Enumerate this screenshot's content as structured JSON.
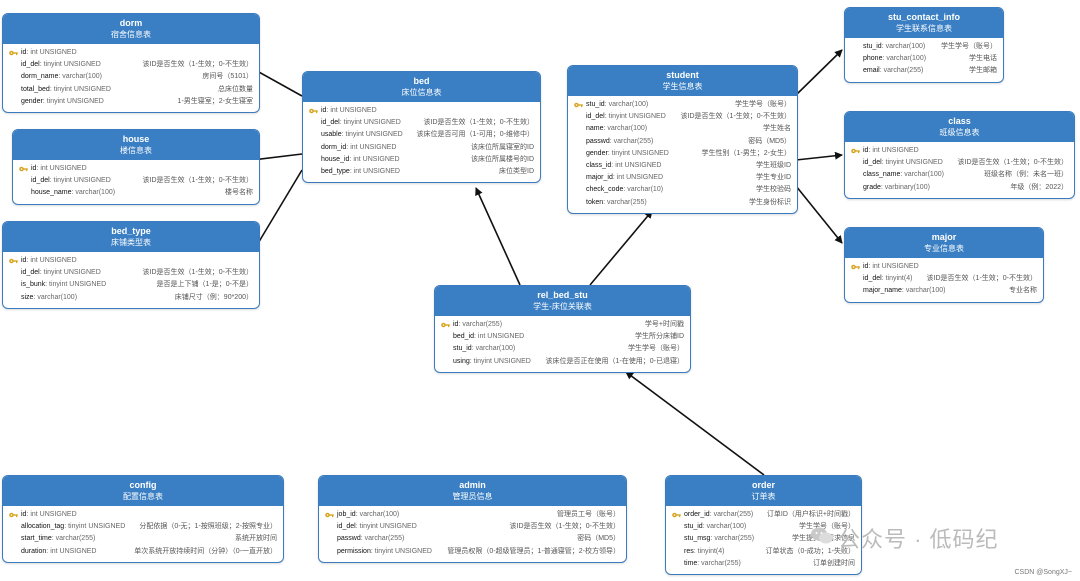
{
  "tables": [
    {
      "id": "dorm",
      "name": "dorm",
      "cn": "宿舍信息表",
      "fields": [
        {
          "key": true,
          "name": "id",
          "type": "int UNSIGNED",
          "comment": ""
        },
        {
          "key": false,
          "name": "id_del",
          "type": "tinyint UNSIGNED",
          "comment": "该ID是否生效（1-生效；0-不生效）"
        },
        {
          "key": false,
          "name": "dorm_name",
          "type": "varchar(100)",
          "comment": "房间号（5101）"
        },
        {
          "key": false,
          "name": "total_bed",
          "type": "tinyint UNSIGNED",
          "comment": "总床位数量"
        },
        {
          "key": false,
          "name": "gender",
          "type": "tinyint UNSIGNED",
          "comment": "1-男生寝室；2-女生寝室"
        }
      ]
    },
    {
      "id": "house",
      "name": "house",
      "cn": "楼信息表",
      "fields": [
        {
          "key": true,
          "name": "id",
          "type": "int UNSIGNED",
          "comment": ""
        },
        {
          "key": false,
          "name": "id_del",
          "type": "tinyint UNSIGNED",
          "comment": "该ID是否生效（1-生效；0-不生效）"
        },
        {
          "key": false,
          "name": "house_name",
          "type": "varchar(100)",
          "comment": "楼号名称"
        }
      ]
    },
    {
      "id": "bed_type",
      "name": "bed_type",
      "cn": "床铺类型表",
      "fields": [
        {
          "key": true,
          "name": "id",
          "type": "int UNSIGNED",
          "comment": ""
        },
        {
          "key": false,
          "name": "id_del",
          "type": "tinyint UNSIGNED",
          "comment": "该ID是否生效（1-生效；0-不生效）"
        },
        {
          "key": false,
          "name": "is_bunk",
          "type": "tinyint UNSIGNED",
          "comment": "是否是上下铺（1-是；0-不是）"
        },
        {
          "key": false,
          "name": "size",
          "type": "varchar(100)",
          "comment": "床铺尺寸（例：90*200）"
        }
      ]
    },
    {
      "id": "bed",
      "name": "bed",
      "cn": "床位信息表",
      "fields": [
        {
          "key": true,
          "name": "id",
          "type": "int UNSIGNED",
          "comment": ""
        },
        {
          "key": false,
          "name": "id_del",
          "type": "tinyint UNSIGNED",
          "comment": "该ID是否生效（1-生效；0-不生效）"
        },
        {
          "key": false,
          "name": "usable",
          "type": "tinyint UNSIGNED",
          "comment": "该床位是否可用（1-可用；0-维修中）"
        },
        {
          "key": false,
          "name": "dorm_id",
          "type": "int UNSIGNED",
          "comment": "该床位所属寝室的ID"
        },
        {
          "key": false,
          "name": "house_id",
          "type": "int UNSIGNED",
          "comment": "该床位所属楼号的ID"
        },
        {
          "key": false,
          "name": "bed_type",
          "type": "int UNSIGNED",
          "comment": "床位类型ID"
        }
      ]
    },
    {
      "id": "student",
      "name": "student",
      "cn": "学生信息表",
      "fields": [
        {
          "key": true,
          "name": "stu_id",
          "type": "varchar(100)",
          "comment": "学生学号（账号）"
        },
        {
          "key": false,
          "name": "id_del",
          "type": "tinyint UNSIGNED",
          "comment": "该ID是否生效（1-生效；0-不生效）"
        },
        {
          "key": false,
          "name": "name",
          "type": "varchar(100)",
          "comment": "学生姓名"
        },
        {
          "key": false,
          "name": "passwd",
          "type": "varchar(255)",
          "comment": "密码（MD5）"
        },
        {
          "key": false,
          "name": "gender",
          "type": "tinyint UNSIGNED",
          "comment": "学生性别（1-男生；2-女生）"
        },
        {
          "key": false,
          "name": "class_id",
          "type": "int UNSIGNED",
          "comment": "学生班级ID"
        },
        {
          "key": false,
          "name": "major_id",
          "type": "int UNSIGNED",
          "comment": "学生专业ID"
        },
        {
          "key": false,
          "name": "check_code",
          "type": "varchar(10)",
          "comment": "学生校验码"
        },
        {
          "key": false,
          "name": "token",
          "type": "varchar(255)",
          "comment": "学生身份标识"
        }
      ]
    },
    {
      "id": "stu_contact_info",
      "name": "stu_contact_info",
      "cn": "学生联系信息表",
      "fields": [
        {
          "key": false,
          "name": "stu_id",
          "type": "varchar(100)",
          "comment": "学生学号（账号）"
        },
        {
          "key": false,
          "name": "phone",
          "type": "varchar(100)",
          "comment": "学生电话"
        },
        {
          "key": false,
          "name": "email",
          "type": "varchar(255)",
          "comment": "学生邮箱"
        }
      ]
    },
    {
      "id": "class",
      "name": "class",
      "cn": "班级信息表",
      "fields": [
        {
          "key": true,
          "name": "id",
          "type": "int UNSIGNED",
          "comment": ""
        },
        {
          "key": false,
          "name": "id_del",
          "type": "tinyint UNSIGNED",
          "comment": "该ID是否生效（1-生效；0-不生效）"
        },
        {
          "key": false,
          "name": "class_name",
          "type": "varchar(100)",
          "comment": "班级名称（例：未名一班）"
        },
        {
          "key": false,
          "name": "grade",
          "type": "varbinary(100)",
          "comment": "年级（例：2022）"
        }
      ]
    },
    {
      "id": "major",
      "name": "major",
      "cn": "专业信息表",
      "fields": [
        {
          "key": true,
          "name": "id",
          "type": "int UNSIGNED",
          "comment": ""
        },
        {
          "key": false,
          "name": "id_del",
          "type": "tinyint(4)",
          "comment": "该ID是否生效（1-生效；0-不生效）"
        },
        {
          "key": false,
          "name": "major_name",
          "type": "varchar(100)",
          "comment": "专业名称"
        }
      ]
    },
    {
      "id": "rel_bed_stu",
      "name": "rel_bed_stu",
      "cn": "学生-床位关联表",
      "fields": [
        {
          "key": true,
          "name": "id",
          "type": "varchar(255)",
          "comment": "学号+时间戳"
        },
        {
          "key": false,
          "name": "bed_id",
          "type": "int UNSIGNED",
          "comment": "学生所分床铺ID"
        },
        {
          "key": false,
          "name": "stu_id",
          "type": "varchar(100)",
          "comment": "学生学号（账号）"
        },
        {
          "key": false,
          "name": "using",
          "type": "tinyint UNSIGNED",
          "comment": "该床位是否正在使用（1-在使用；0-已退寝）"
        }
      ]
    },
    {
      "id": "config",
      "name": "config",
      "cn": "配置信息表",
      "fields": [
        {
          "key": true,
          "name": "id",
          "type": "int UNSIGNED",
          "comment": ""
        },
        {
          "key": false,
          "name": "allocation_tag",
          "type": "tinyint UNSIGNED",
          "comment": "分配依据（0-无；1-按照班级；2-按照专业）"
        },
        {
          "key": false,
          "name": "start_time",
          "type": "varchar(255)",
          "comment": "系统开放时间"
        },
        {
          "key": false,
          "name": "duration",
          "type": "int UNSIGNED",
          "comment": "单次系统开放持续时间（分钟）（0-一直开放）"
        }
      ]
    },
    {
      "id": "admin",
      "name": "admin",
      "cn": "管理员信息",
      "fields": [
        {
          "key": true,
          "name": "job_id",
          "type": "varchar(100)",
          "comment": "管理员工号（账号）"
        },
        {
          "key": false,
          "name": "id_del",
          "type": "tinyint UNSIGNED",
          "comment": "该ID是否生效（1-生效；0-不生效）"
        },
        {
          "key": false,
          "name": "passwd",
          "type": "varchar(255)",
          "comment": "密码（MD5）"
        },
        {
          "key": false,
          "name": "permission",
          "type": "tinyint UNSIGNED",
          "comment": "管理员权限（0-超级管理员；1-普通寝管；2-校方领导）"
        }
      ]
    },
    {
      "id": "order",
      "name": "order",
      "cn": "订单表",
      "fields": [
        {
          "key": true,
          "name": "order_id",
          "type": "varchar(255)",
          "comment": "订单ID（用户标识+时间戳）"
        },
        {
          "key": false,
          "name": "stu_id",
          "type": "varchar(100)",
          "comment": "学生学号（账号）"
        },
        {
          "key": false,
          "name": "stu_msg",
          "type": "varchar(255)",
          "comment": "学生提交的请求信息"
        },
        {
          "key": false,
          "name": "res",
          "type": "tinyint(4)",
          "comment": "订单状态（0-成功；1-失败）"
        },
        {
          "key": false,
          "name": "time",
          "type": "varchar(255)",
          "comment": "订单创建时间"
        }
      ]
    }
  ],
  "relations": [
    {
      "from": "bed",
      "to": "dorm"
    },
    {
      "from": "bed",
      "to": "house"
    },
    {
      "from": "bed",
      "to": "bed_type"
    },
    {
      "from": "rel_bed_stu",
      "to": "bed"
    },
    {
      "from": "rel_bed_stu",
      "to": "student"
    },
    {
      "from": "student",
      "to": "stu_contact_info"
    },
    {
      "from": "student",
      "to": "class"
    },
    {
      "from": "student",
      "to": "major"
    },
    {
      "from": "order",
      "to": "rel_bed_stu"
    }
  ],
  "watermark": {
    "text": "公众号 · 低码纪"
  },
  "credit": {
    "text": "CSDN @SongXJ~"
  },
  "colors": {
    "header": "#3a7fc3",
    "border": "#3b7bbf",
    "key": "#d9a520"
  }
}
